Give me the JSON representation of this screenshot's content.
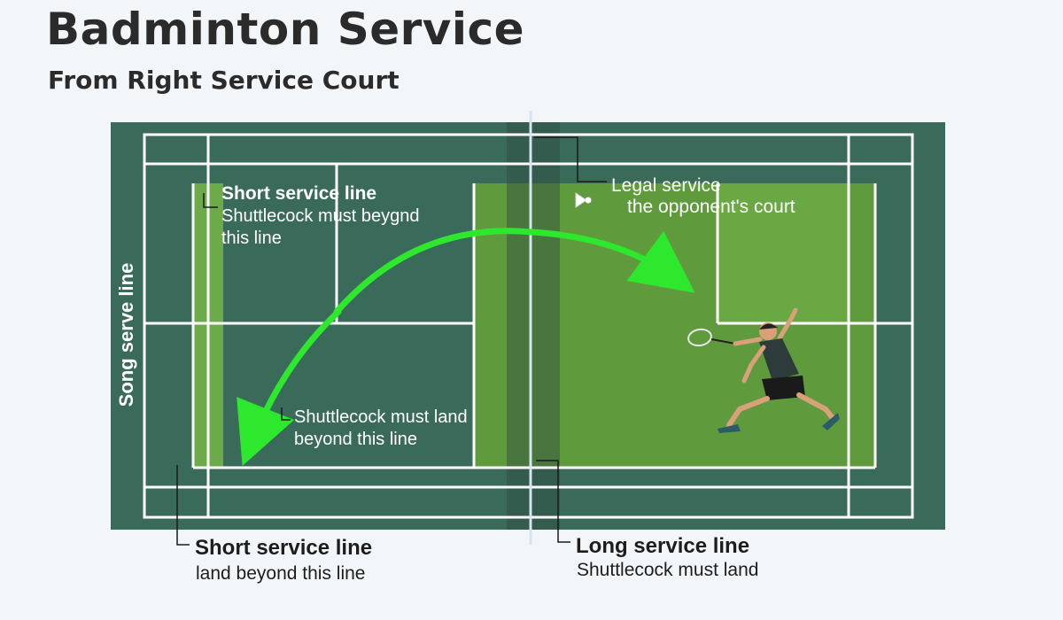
{
  "header": {
    "title": "Badminton Service",
    "subtitle": "From Right Service Court"
  },
  "court": {
    "vertical_label": "Song serve line",
    "left_callout": {
      "title": "Short service line",
      "line1": "Shuttlecock must beygnd",
      "line2": "this line"
    },
    "right_callout": {
      "line1": "Legal service",
      "line2": "the opponent's court"
    },
    "middle_callout": {
      "line1": "Shuttlecock must land",
      "line2": "beyond this line"
    }
  },
  "bottom_left": {
    "title": "Short service line",
    "text": "land beyond this line"
  },
  "bottom_right": {
    "title": "Long service line",
    "text": "Shuttlecock must land"
  },
  "colors": {
    "court": "#3a6b5a",
    "highlight": "#5e9a3c",
    "arrow": "#2ee82e",
    "line": "#ffffff"
  }
}
